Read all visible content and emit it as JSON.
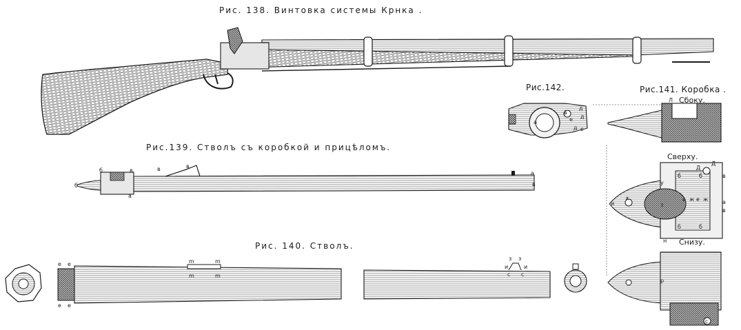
{
  "figures": {
    "fig138": {
      "caption": "Рис. 138.   Винтовка    системы  Крнка ."
    },
    "fig139": {
      "caption": "Рис.139. Стволъ съ коробкой и прицѣломъ."
    },
    "fig140": {
      "caption": "Рис. 140. Стволъ."
    },
    "fig141": {
      "caption": "Рис.141. Коробка .",
      "view_side": "Сбоку.",
      "view_top": "Сверху.",
      "view_bottom": "Снизу."
    },
    "fig142": {
      "caption": "Рис.142."
    }
  },
  "part_letters": {
    "fig139": [
      "б",
      "б",
      "в",
      "a",
      "a",
      "в",
      "в",
      "в"
    ],
    "fig140": [
      "e",
      "e",
      "e",
      "e",
      "m",
      "m",
      "m",
      "m",
      "з",
      "з",
      "с",
      "с",
      "и",
      "и"
    ],
    "fig141": [
      "Л",
      "Д",
      "Д",
      "б",
      "б",
      "б",
      "б",
      "в",
      "в",
      "а",
      "у",
      "к",
      "и",
      "з",
      "е",
      "ж",
      "е",
      "ж",
      "н",
      "р",
      "с"
    ],
    "fig142": [
      "а",
      "в",
      "д",
      "д",
      "д",
      "е",
      "с"
    ]
  }
}
